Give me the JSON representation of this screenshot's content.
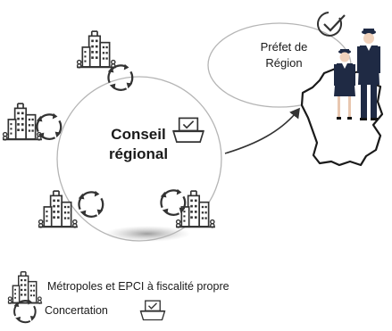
{
  "center": {
    "line1": "Conseil",
    "line2": "régional"
  },
  "prefet": {
    "line1": "Préfet de",
    "line2": "Région"
  },
  "legend": {
    "metropoles": "Métropoles et EPCI à fiscalité propre",
    "concertation": "Concertation"
  },
  "icons": {
    "building": "building-cluster-icon",
    "cycle": "concertation-cycle-icon",
    "ballot": "ballot-box-icon",
    "check": "checkmark-circle-icon",
    "officers": "prefect-officers-icon",
    "map": "france-map-icon"
  },
  "colors": {
    "stroke": "#333333",
    "officer_uniform": "#1f2a44",
    "map_fill": "#ffffff",
    "shadow": "#9a9a9a"
  }
}
